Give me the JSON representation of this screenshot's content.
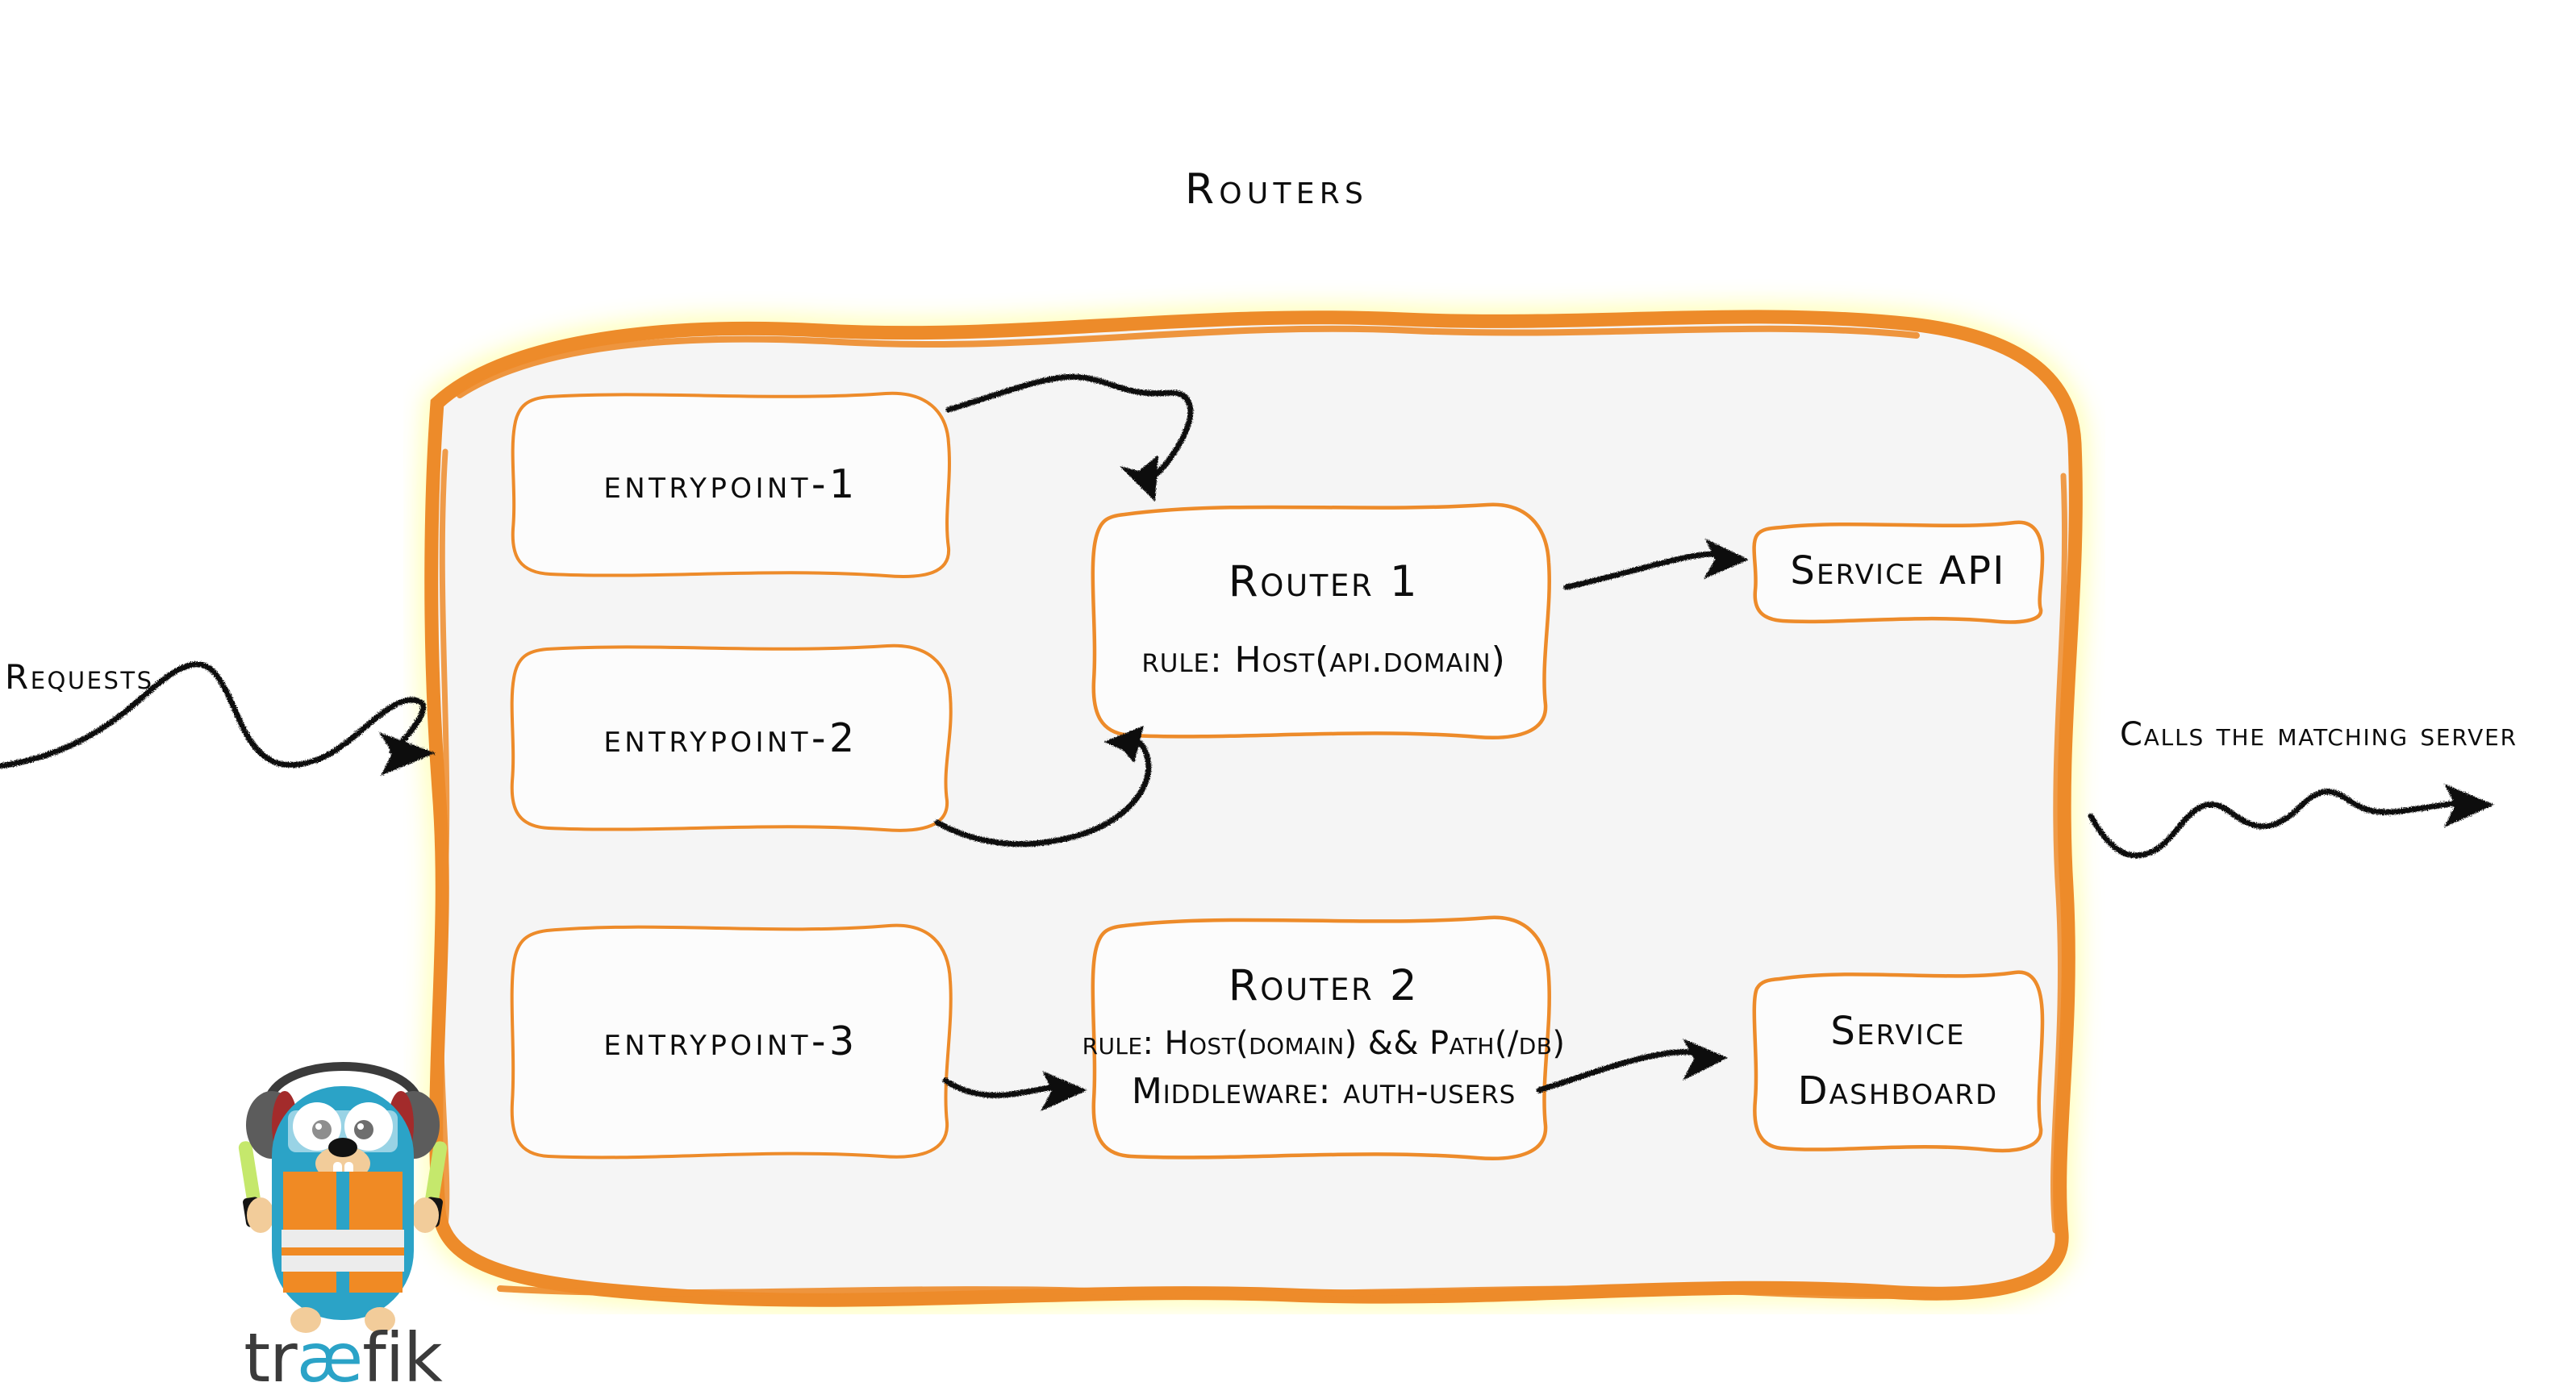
{
  "diagram": {
    "title": "Routers",
    "accent_color": "#ED8B2A",
    "panel_fill": "#F5F5F5",
    "ink_color": "#0D0D0D",
    "left_flow_label": "Requests",
    "right_flow_label": "Calls the matching server"
  },
  "entrypoints": [
    {
      "label": "entrypoint-1"
    },
    {
      "label": "entrypoint-2"
    },
    {
      "label": "entrypoint-3"
    }
  ],
  "routers": [
    {
      "title": "Router 1",
      "lines": [
        "rule: Host(api.domain)"
      ]
    },
    {
      "title": "Router 2",
      "lines": [
        "rule: Host(domain) && Path(/db)",
        "Middleware: auth-users"
      ]
    }
  ],
  "services": [
    {
      "line1": "Service API",
      "line2": ""
    },
    {
      "line1": "Service",
      "line2": "Dashboard"
    }
  ],
  "logo": {
    "wordmark_prefix": "tr",
    "wordmark_ligature": "æ",
    "wordmark_suffix": "fik",
    "body_color": "#2BA3C7",
    "vest_color": "#F08A24",
    "wand_color": "#C5E86C",
    "headphone_color": "#5C5C5C",
    "headphone_accent": "#A32B2B",
    "wordmark_color": "#3B3B3B",
    "wordmark_accent": "#2BA3C7"
  }
}
